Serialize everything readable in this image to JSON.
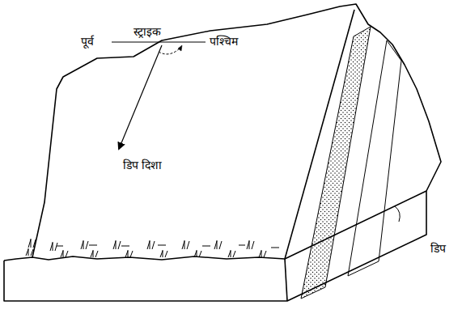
{
  "diagram": {
    "labels": [
      "पूर्व",
      "स्ट्राइक",
      "पश्चिम",
      "डिप दिशा",
      "डिप"
    ]
  }
}
